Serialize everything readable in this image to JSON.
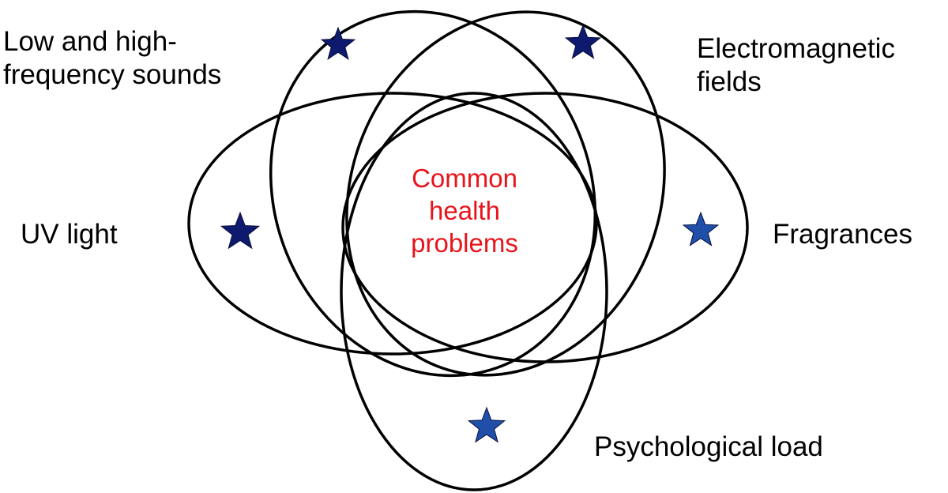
{
  "factors": {
    "low_high_frequency_sounds": {
      "lines": [
        "Low and high-",
        "frequency sounds"
      ],
      "star_color": "#0d1a6e"
    },
    "electromagnetic_fields": {
      "lines": [
        "Electromagnetic",
        "fields"
      ],
      "star_color": "#0d1a6e"
    },
    "uv_light": {
      "lines": [
        "UV light"
      ],
      "star_color": "#0d1a6e"
    },
    "fragrances": {
      "lines": [
        "Fragrances"
      ],
      "star_color": "#1f4fa8"
    },
    "psychological_load": {
      "lines": [
        "Psychological load"
      ],
      "star_color": "#1f4fa8"
    }
  },
  "center": {
    "lines": [
      "Common",
      "health",
      "problems"
    ],
    "color": "#e8141b"
  },
  "outline_color": "#000000"
}
